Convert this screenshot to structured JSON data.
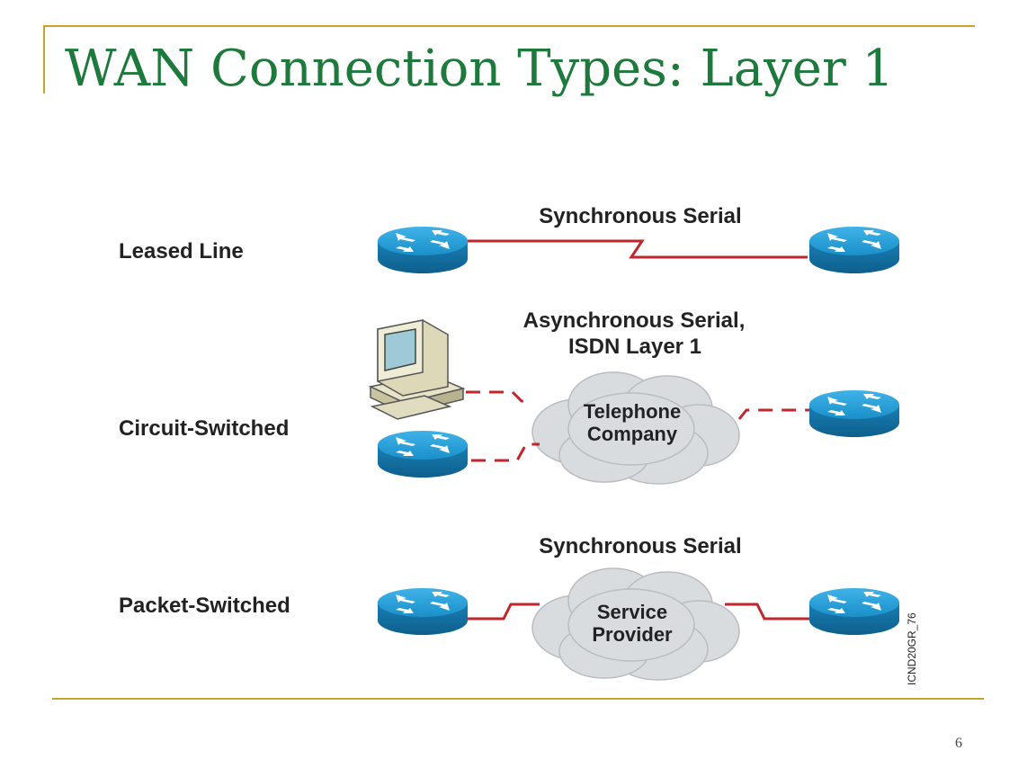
{
  "slide": {
    "title": "WAN Connection Types: Layer 1",
    "page_number": "6"
  },
  "diagram": {
    "rows": [
      {
        "label": "Leased Line",
        "link_label": "Synchronous Serial"
      },
      {
        "label": "Circuit-Switched",
        "link_label_line1": "Asynchronous Serial,",
        "link_label_line2": "ISDN Layer 1",
        "cloud_line1": "Telephone",
        "cloud_line2": "Company"
      },
      {
        "label": "Packet-Switched",
        "link_label": "Synchronous Serial",
        "cloud_line1": "Service",
        "cloud_line2": "Provider"
      }
    ],
    "figure_code": "ICND20GR_76",
    "colors": {
      "router": "#1a8fc9",
      "link": "#c0272d",
      "cloud": "#d9dcdf",
      "title": "#1e7a3c",
      "frame": "#c9a227"
    }
  }
}
